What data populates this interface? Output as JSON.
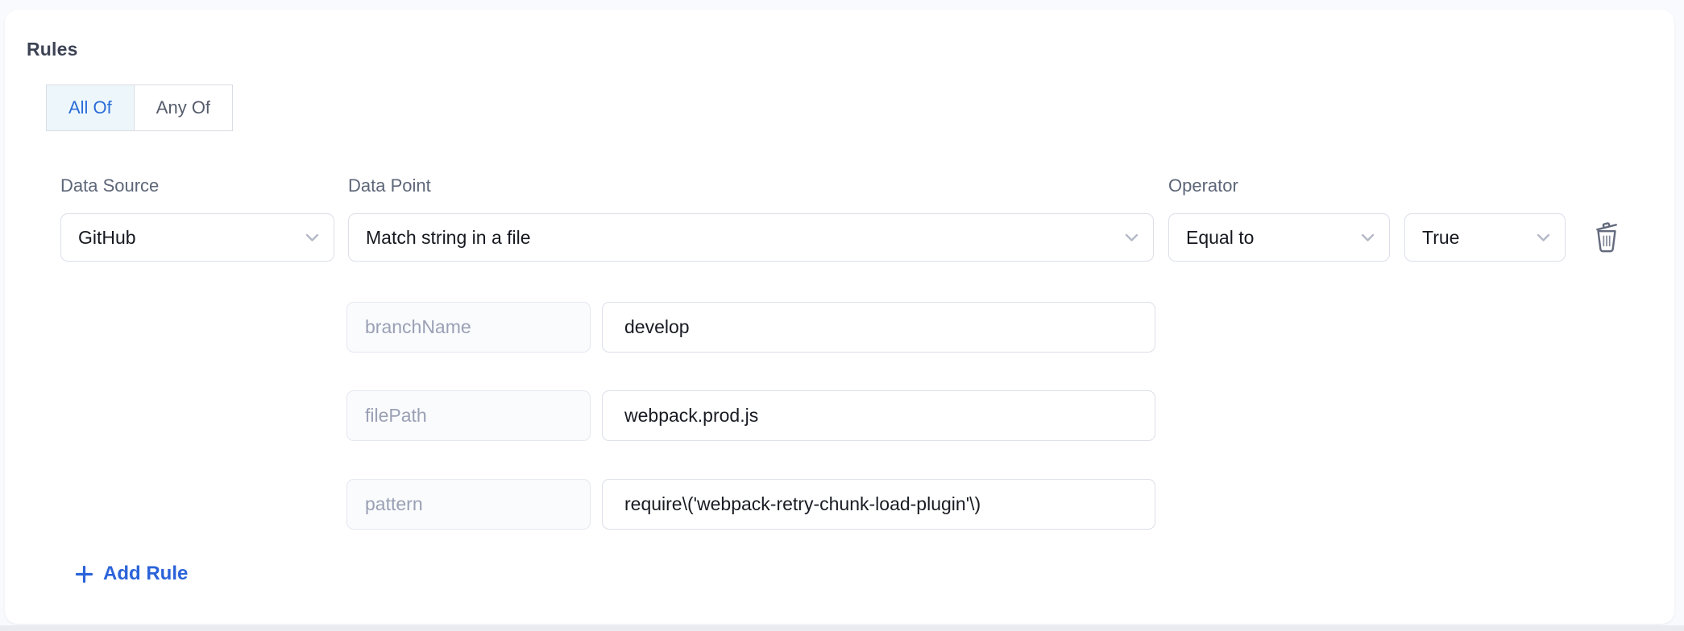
{
  "rules_section": {
    "title": "Rules",
    "combinator": {
      "all_of_label": "All Of",
      "any_of_label": "Any Of",
      "selected": "All Of"
    },
    "rule": {
      "data_source": {
        "label": "Data Source",
        "selected": "GitHub"
      },
      "data_point": {
        "label": "Data Point",
        "selected": "Match string in a file"
      },
      "operator": {
        "label": "Operator",
        "selected": "Equal to"
      },
      "expected_value": {
        "selected": "True"
      },
      "params": [
        {
          "key": "branchName",
          "value": "develop"
        },
        {
          "key": "filePath",
          "value": "webpack.prod.js"
        },
        {
          "key": "pattern",
          "value": "require\\('webpack-retry-chunk-load-plugin'\\)"
        }
      ]
    },
    "add_rule": {
      "label": "Add Rule"
    }
  },
  "icons": {
    "dropdown": "chevron-down-icon",
    "delete": "trash-icon",
    "add": "plus-icon"
  },
  "colors": {
    "accent_blue": "#2b6cd8",
    "active_segment_bg": "#edf7fb",
    "card_bg": "#ffffff",
    "page_bg": "#f8fafd",
    "bottom_strip": "#e9ebf0",
    "input_border": "#dcdfe9",
    "disabled_input_bg": "#fafbfd",
    "disabled_input_text": "#9aa0b4",
    "label_text": "#5d6678",
    "icon_grey": "#646b7e"
  }
}
